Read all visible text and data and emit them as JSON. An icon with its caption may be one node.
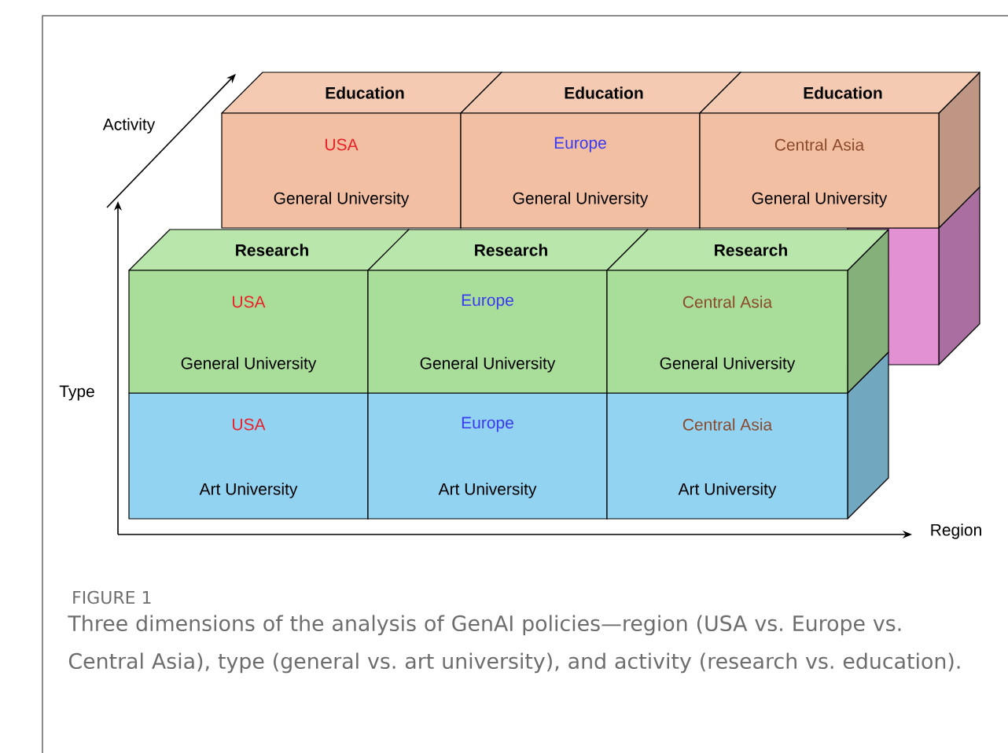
{
  "diagram": {
    "caption": "Three dimensions of the analysis of GenAI policies—region (USA vs. Europe vs. Central Asia), type (general vs. art university), and activity (research vs. education).",
    "nodes": [
      {
        "text": [
          "Education",
          "USA",
          "General University"
        ]
      },
      {
        "text": [
          "Education",
          "Europe",
          "General University"
        ]
      },
      {
        "text": [
          "Education",
          "Central Asia",
          "General University"
        ]
      },
      {
        "text": [],
        "shape": "box"
      },
      {
        "text": [
          "Research",
          "USA",
          "General University"
        ]
      },
      {
        "text": [
          "Research",
          "Europe",
          "General University"
        ]
      },
      {
        "text": [
          "Research",
          "Central Asia",
          "General University"
        ]
      },
      {
        "text": [
          "USA",
          "Art University"
        ]
      },
      {
        "text": [
          "Europe",
          "Art University"
        ]
      },
      {
        "text": [
          "Central Asia",
          "Art University"
        ]
      }
    ],
    "labels": [
      "Activity",
      "Type",
      "Region",
      "FIGURE 1"
    ]
  }
}
